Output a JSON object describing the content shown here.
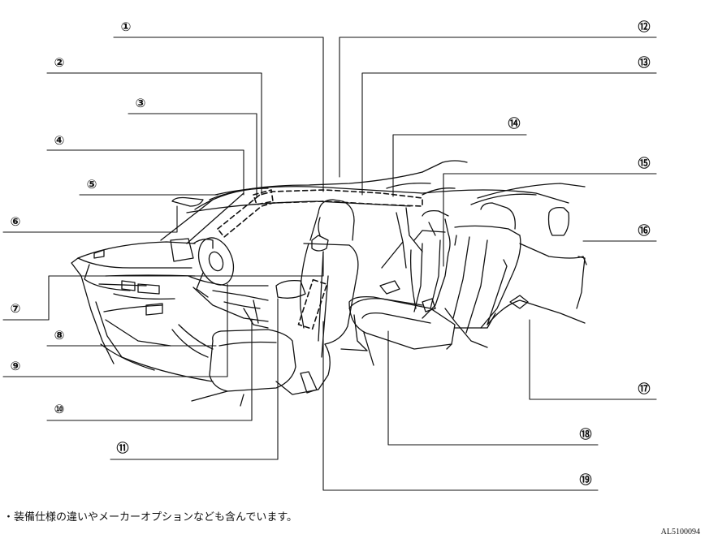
{
  "callouts": [
    {
      "id": "1",
      "label": "①"
    },
    {
      "id": "2",
      "label": "②"
    },
    {
      "id": "3",
      "label": "③"
    },
    {
      "id": "4",
      "label": "④"
    },
    {
      "id": "5",
      "label": "⑤"
    },
    {
      "id": "6",
      "label": "⑥"
    },
    {
      "id": "7",
      "label": "⑦"
    },
    {
      "id": "8",
      "label": "⑧"
    },
    {
      "id": "9",
      "label": "⑨"
    },
    {
      "id": "10",
      "label": "⑩"
    },
    {
      "id": "11",
      "label": "⑪"
    },
    {
      "id": "12",
      "label": "⑫"
    },
    {
      "id": "13",
      "label": "⑬"
    },
    {
      "id": "14",
      "label": "⑭"
    },
    {
      "id": "15",
      "label": "⑮"
    },
    {
      "id": "16",
      "label": "⑯"
    },
    {
      "id": "17",
      "label": "⑰"
    },
    {
      "id": "18",
      "label": "⑱"
    },
    {
      "id": "19",
      "label": "⑲"
    }
  ],
  "note": "・装備仕様の違いやメーカーオプションなども含んでいます。",
  "figure_code": "AL5100094"
}
